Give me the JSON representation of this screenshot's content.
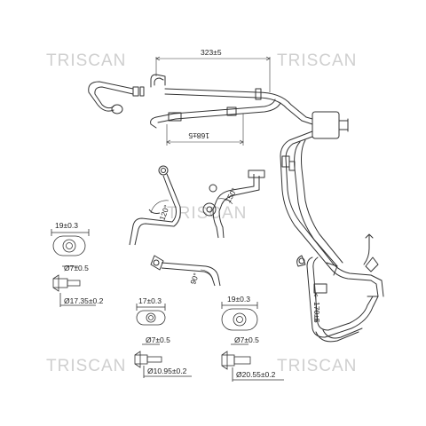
{
  "brand": {
    "watermark": "TRISCAN",
    "watermark_color": "#cfcfcf"
  },
  "colors": {
    "line": "#333333",
    "background": "#ffffff"
  },
  "dimensions": {
    "overall_length": "323±5",
    "inner_length": "168±5",
    "angle_a": "120°",
    "angle_b": "150°",
    "angle_c": "90°",
    "vertical_length": "170±5"
  },
  "fittings": [
    {
      "width": "19±0.3",
      "bore": "Ø7±0.5",
      "outer": "Ø17.35±0.2"
    },
    {
      "width": "17±0.3",
      "bore": "Ø7±0.5",
      "outer": "Ø10.95±0.2"
    },
    {
      "width": "19±0.3",
      "bore": "Ø7±0.5",
      "outer": "Ø20.55±0.2"
    }
  ]
}
